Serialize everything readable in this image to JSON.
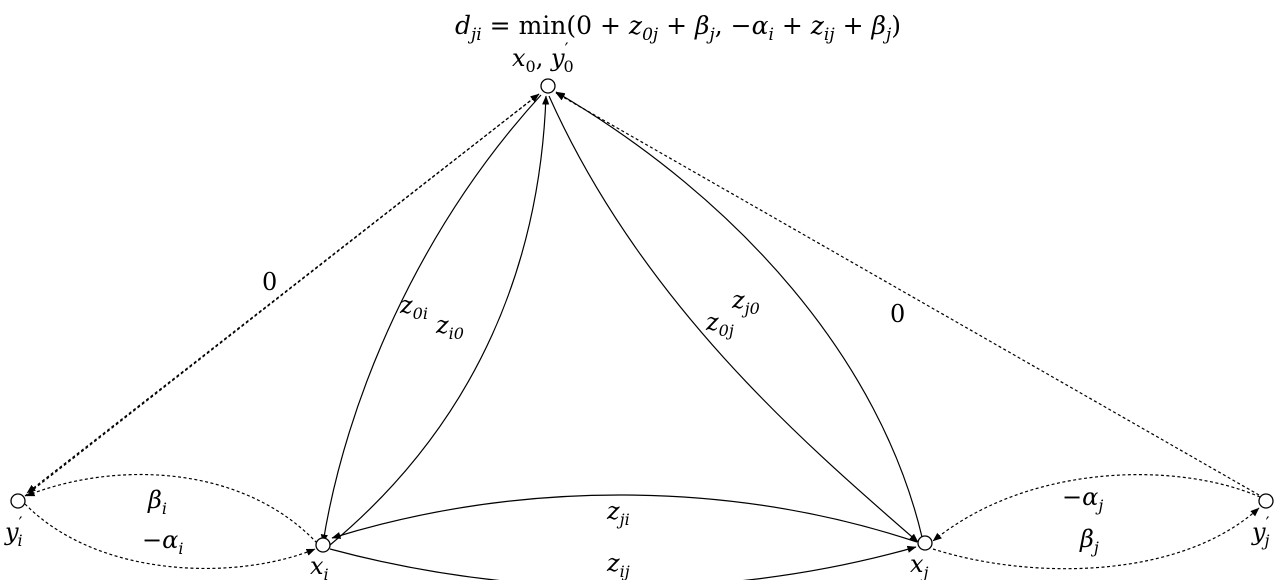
{
  "title": "d_{ji} = min(0 + z_{0j} + β_j, −α_i + z_{ij} + β_j)",
  "title_parts": {
    "d": "d",
    "d_sub": "ji",
    "eq_min": " = min(0 + ",
    "z1": "z",
    "z1_sub": "0j",
    "plus1": " + ",
    "b1": "β",
    "b1_sub": "j",
    "comma": ", −",
    "a1": "α",
    "a1_sub": "i",
    "plus2": " + ",
    "z2": "z",
    "z2_sub": "ij",
    "plus3": " + ",
    "b2": "β",
    "b2_sub": "j",
    "close": ")"
  },
  "nodes": {
    "x0": {
      "main": "x",
      "sub": "0",
      "sep": ", ",
      "main2": "y",
      "prime": "′",
      "sub2": "0"
    },
    "yi": {
      "main": "y",
      "prime": "′",
      "sub": "i"
    },
    "xi": {
      "main": "x",
      "sub": "i"
    },
    "xj": {
      "main": "x",
      "sub": "j"
    },
    "yj": {
      "main": "y",
      "prime": "′",
      "sub": "j"
    }
  },
  "edges": {
    "yi_x0": {
      "text": "0"
    },
    "yj_x0": {
      "text": "0"
    },
    "z0i": {
      "main": "z",
      "sub": "0i"
    },
    "zi0": {
      "main": "z",
      "sub": "i0"
    },
    "zj0": {
      "main": "z",
      "sub": "j0"
    },
    "z0j": {
      "main": "z",
      "sub": "0j"
    },
    "zji": {
      "main": "z",
      "sub": "ji"
    },
    "zij": {
      "main": "z",
      "sub": "ij"
    },
    "beta_i": {
      "main": "β",
      "sub": "i"
    },
    "alpha_i": {
      "neg": "−",
      "main": "α",
      "sub": "i"
    },
    "alpha_j": {
      "neg": "−",
      "main": "α",
      "sub": "j"
    },
    "beta_j": {
      "main": "β",
      "sub": "j"
    }
  }
}
